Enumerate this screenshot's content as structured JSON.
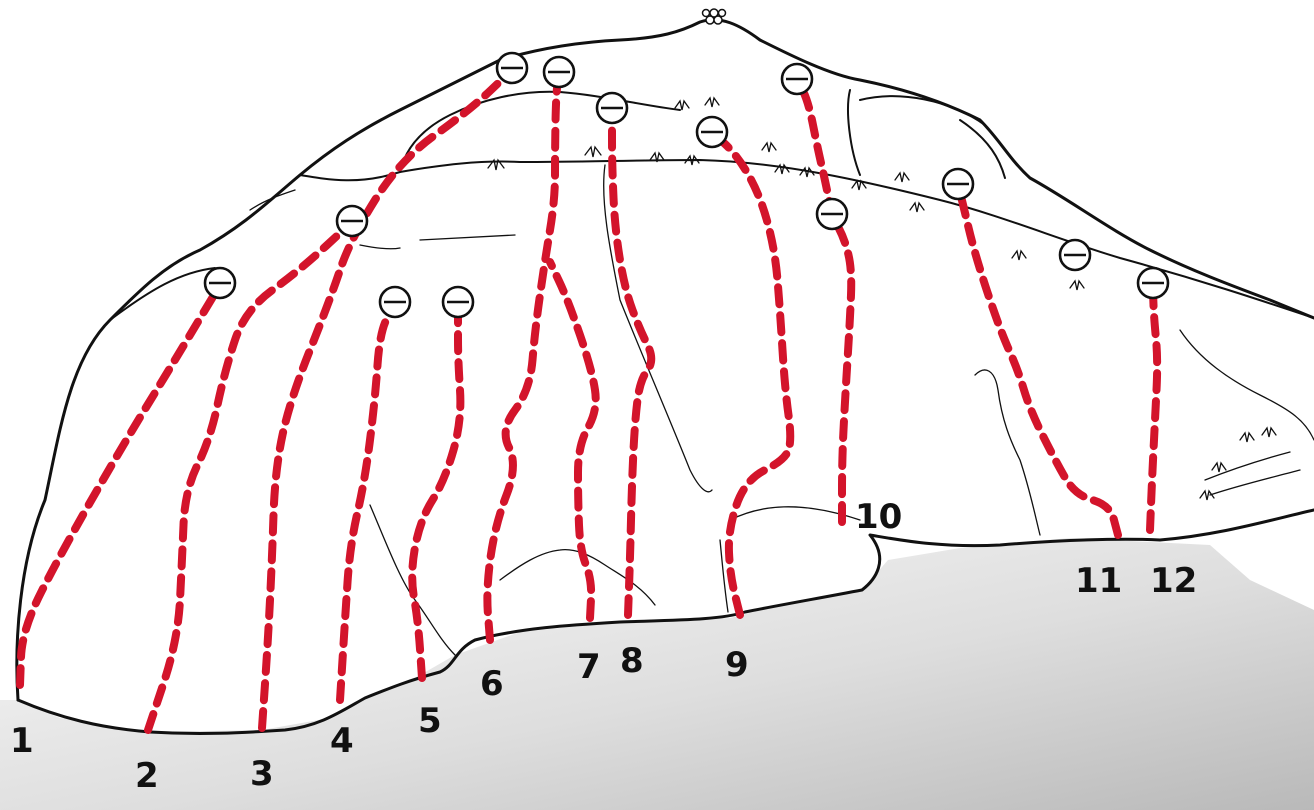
{
  "colors": {
    "route": "#d3142b",
    "ground_light": "#fbfbfb",
    "ground_dark": "#b9b9b9",
    "ink": "#111111"
  },
  "icons": {
    "anchor": "lowering-anchor-icon",
    "vegetation": "grass-tuft-icon",
    "summit": "summit-cairn-icon"
  },
  "routes": [
    {
      "number": "1"
    },
    {
      "number": "2"
    },
    {
      "number": "3"
    },
    {
      "number": "4"
    },
    {
      "number": "5"
    },
    {
      "number": "6"
    },
    {
      "number": "7"
    },
    {
      "number": "8"
    },
    {
      "number": "9"
    },
    {
      "number": "10"
    },
    {
      "number": "11"
    },
    {
      "number": "12"
    }
  ]
}
